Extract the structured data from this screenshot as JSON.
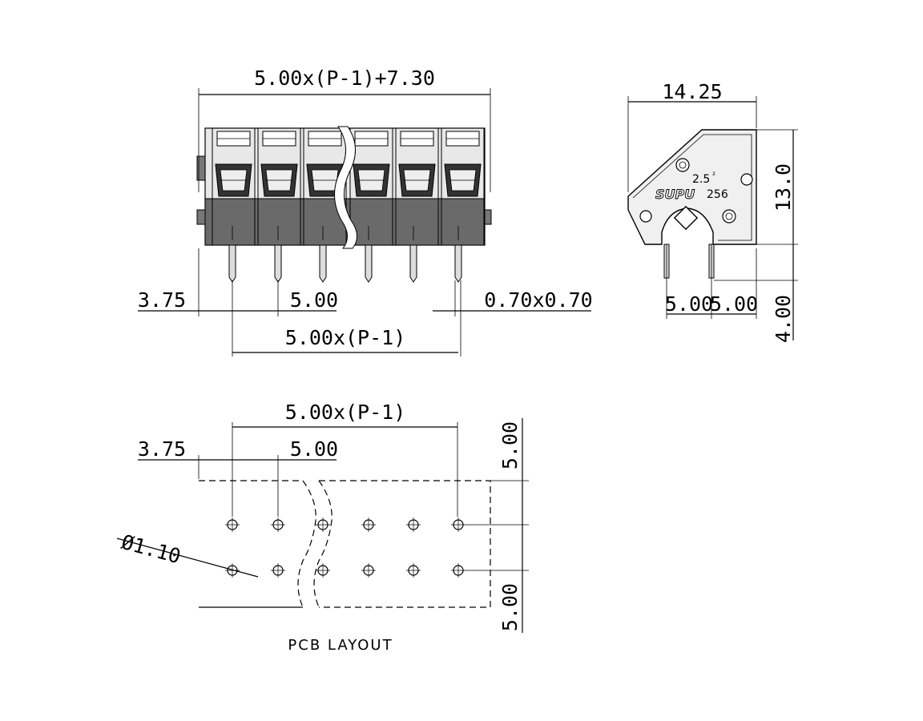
{
  "front_view": {
    "overall_width": "5.00x(P-1)+7.30",
    "edge_offset": "3.75",
    "pitch": "5.00",
    "pin_section": "0.70x0.70",
    "pin_span": "5.00x(P-1)"
  },
  "side_view": {
    "depth": "14.25",
    "height": "13.0",
    "pin_length": "4.00",
    "pin_pitch_left": "5.00",
    "pin_pitch_right": "5.00",
    "wire_size_marking": "2.5",
    "wire_size_unit": "²",
    "brand": "SUPU",
    "model": "256"
  },
  "pcb_layout": {
    "title": "PCB LAYOUT",
    "hole_span": "5.00x(P-1)",
    "edge_offset": "3.75",
    "pitch": "5.00",
    "hole_diameter": "Ø1.10",
    "row_spacing_top": "5.00",
    "row_spacing_bottom": "5.00"
  }
}
